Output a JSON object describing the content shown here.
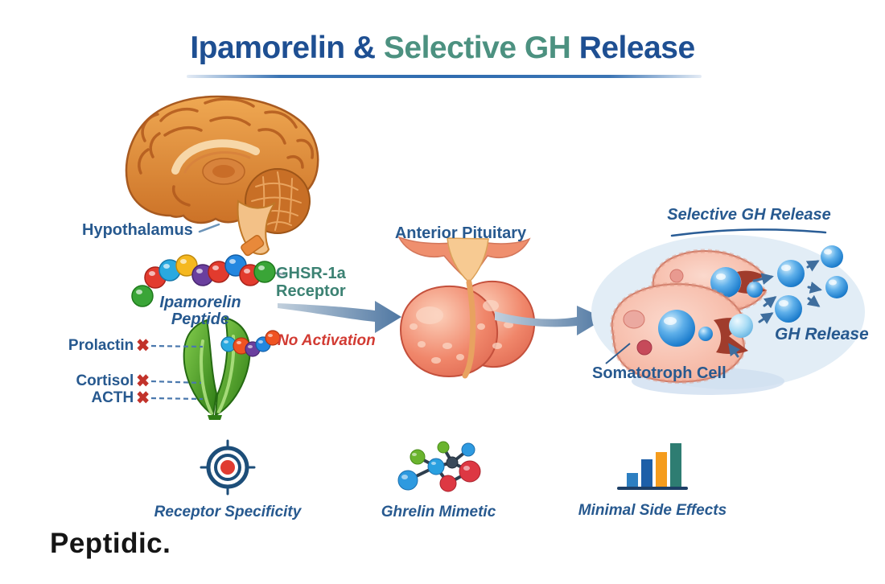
{
  "title": {
    "segment1": "Ipamorelin & ",
    "segment2": "Selective GH",
    "segment3": " Release"
  },
  "labels": {
    "hypothalamus": "Hypothalamus",
    "peptide_line1": "Ipamorelin",
    "peptide_line2": "Peptide",
    "receptor_line1": "GHSR-1a",
    "receptor_line2": "Receptor",
    "no_activation": "No Activation",
    "anterior_pituitary": "Anterior Pituitary",
    "selective_gh_release": "Selective GH Release",
    "somatotroph_cell": "Somatotroph Cell",
    "gh_release": "GH Release"
  },
  "blocked_hormones": [
    {
      "name": "Prolactin"
    },
    {
      "name": "Cortisol"
    },
    {
      "name": "ACTH"
    }
  ],
  "x_mark": "✖",
  "features": [
    {
      "icon": "target-icon",
      "label": "Receptor Specificity"
    },
    {
      "icon": "molecule-icon",
      "label": "Ghrelin Mimetic"
    },
    {
      "icon": "bar-chart-icon",
      "label": "Minimal Side Effects"
    }
  ],
  "brand": "Peptidic.",
  "colors": {
    "title_blue": "#1e4f92",
    "title_teal": "#4c9180",
    "label_blue": "#27598f",
    "receptor_teal": "#3c8273",
    "alert_red": "#d23b33",
    "x_red": "#c2332b",
    "arrow_steel_blue": "#4f77a2",
    "gh_sphere_blue": "#1f7fce",
    "cell_pink": "#f2a78f",
    "brain_orange": "#d9813f",
    "receptor_green": "#2e7c15"
  },
  "peptide_bead_colors": [
    "#3aa537",
    "#e23b2e",
    "#2aa9e0",
    "#f5b81f",
    "#6a3f9e",
    "#e23b2e",
    "#2387e0",
    "#e23b2e",
    "#3aa537"
  ],
  "receptor_bead_colors": [
    "#2aa9e0",
    "#ef5322",
    "#6a3f9e",
    "#2387e0",
    "#ef5322"
  ],
  "side_effect_bar_colors": [
    "#2d7fc1",
    "#1d5fa8",
    "#f59c1d",
    "#2e7d72"
  ]
}
